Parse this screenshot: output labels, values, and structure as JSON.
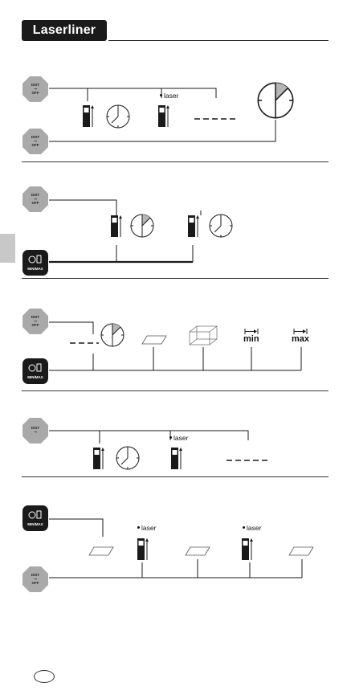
{
  "brand": {
    "logo_text": "Laserliner"
  },
  "buttons": {
    "dist_label_1": "DIST",
    "dist_label_2": "OFF",
    "dist_arrow": "⊸",
    "minmax_label": "MIN/MAX"
  },
  "labels": {
    "laser": "laser",
    "min": "min",
    "max": "max"
  },
  "icons": [
    "power-button-icon",
    "minmax-button-icon",
    "laser-meter-icon",
    "timer-clock-icon",
    "area-parallelogram-icon",
    "volume-cube-icon",
    "min-arrow-icon",
    "max-arrow-icon"
  ],
  "colors": {
    "button_grey": "#a9a9a9",
    "button_black": "#1a1a1a",
    "clock_wedge": "#b5b5b5"
  }
}
